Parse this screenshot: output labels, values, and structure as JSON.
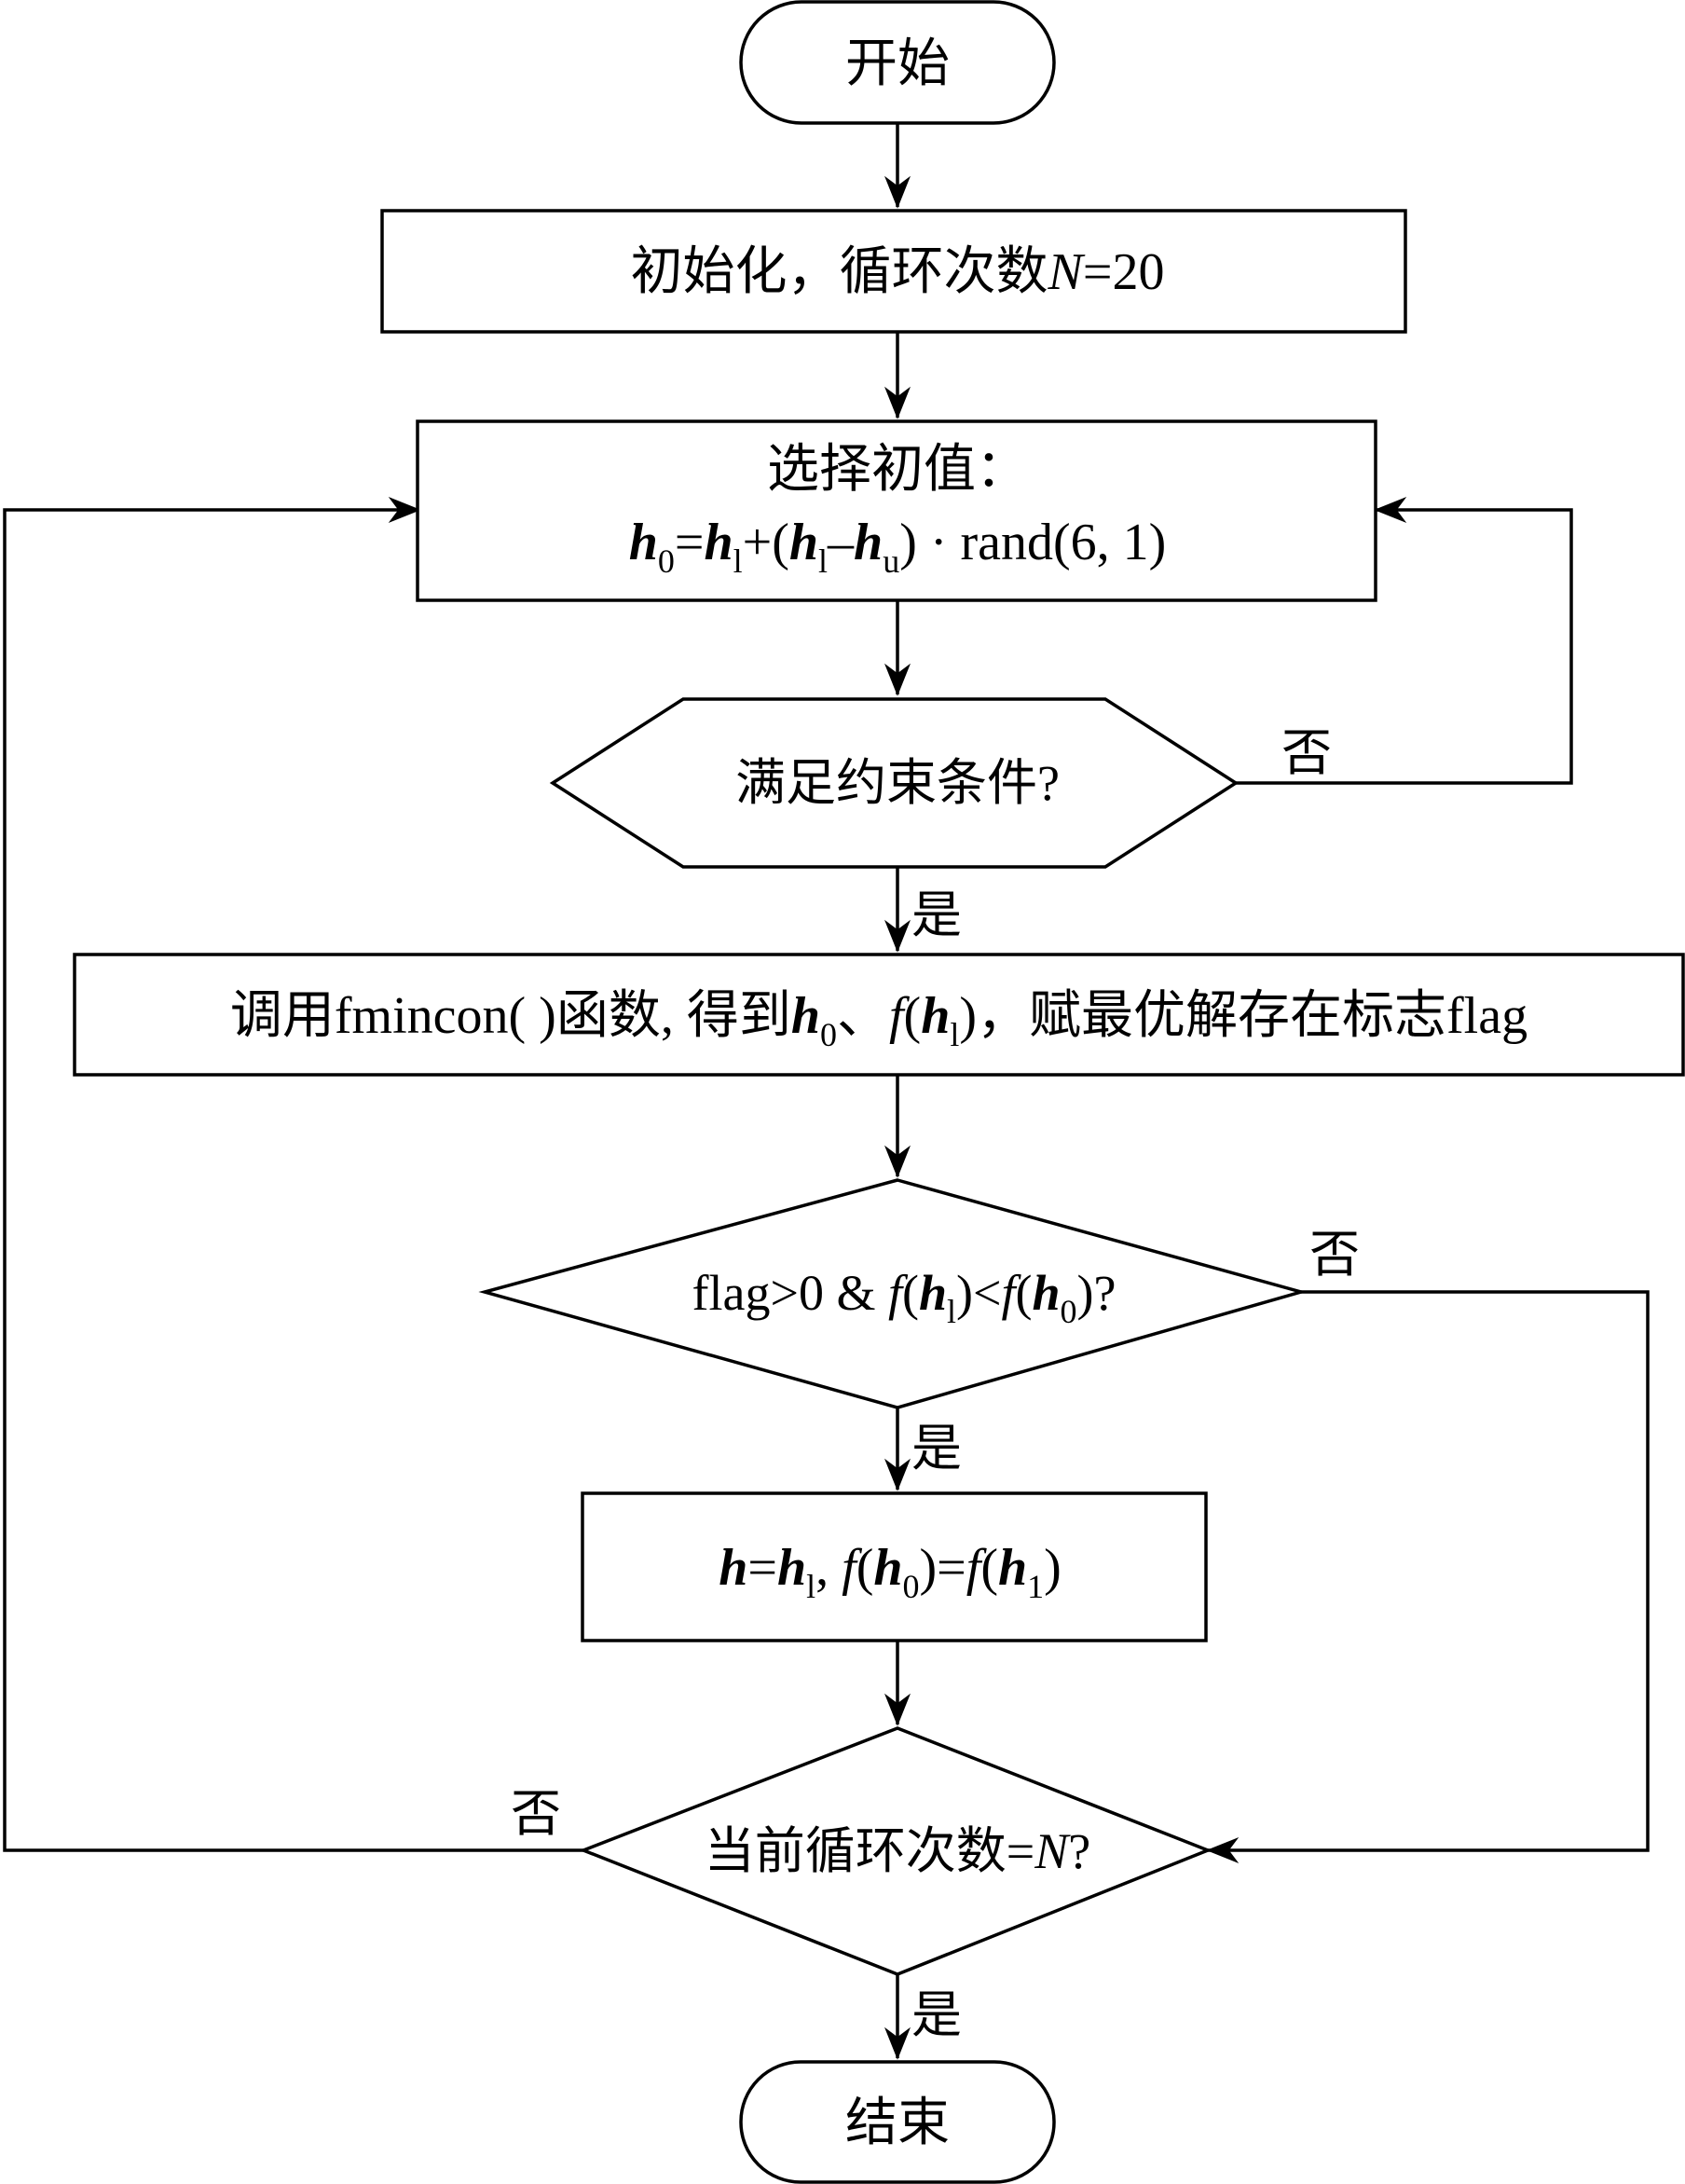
{
  "start": {
    "label": "开始"
  },
  "init": {
    "label": "初始化，循环次数",
    "var": "N",
    "rest": "=20"
  },
  "select_init": {
    "title": "选择初值：",
    "formula": {
      "h": "h",
      "sub0": "0",
      "eq": "=",
      "subl": "l",
      "plus_open": "+(",
      "minus": "–",
      "subu": "u",
      "tail": ") · rand(6, 1)"
    }
  },
  "constraint": {
    "question": "满足约束条件?",
    "no_label": "否",
    "yes_label": "是"
  },
  "call": {
    "prefix": "调用fmincon(  )函数, 得到",
    "h": "h",
    "sub0": "0",
    "sep": "、",
    "f": "f",
    "open": "(",
    "subl": "l",
    "close": ")",
    "suffix": "，赋最优解存在标志flag"
  },
  "flag_check": {
    "prefix": "flag>0 & ",
    "f": "f",
    "open": "(",
    "h": "h",
    "subl": "l",
    "mid": ")<",
    "sub0": "0",
    "end": ")?",
    "no_label": "否",
    "yes_label": "是"
  },
  "assign": {
    "h": "h",
    "eq": "=",
    "subl": "l",
    "comma": ", ",
    "f": "f",
    "open": "(",
    "sub0": "0",
    "mid": ")=",
    "sub1": "1",
    "close": ")"
  },
  "loop_check": {
    "prefix": "当前循环次数=",
    "var": "N",
    "suffix": "?",
    "no_label": "否",
    "yes_label": "是"
  },
  "end": {
    "label": "结束"
  }
}
